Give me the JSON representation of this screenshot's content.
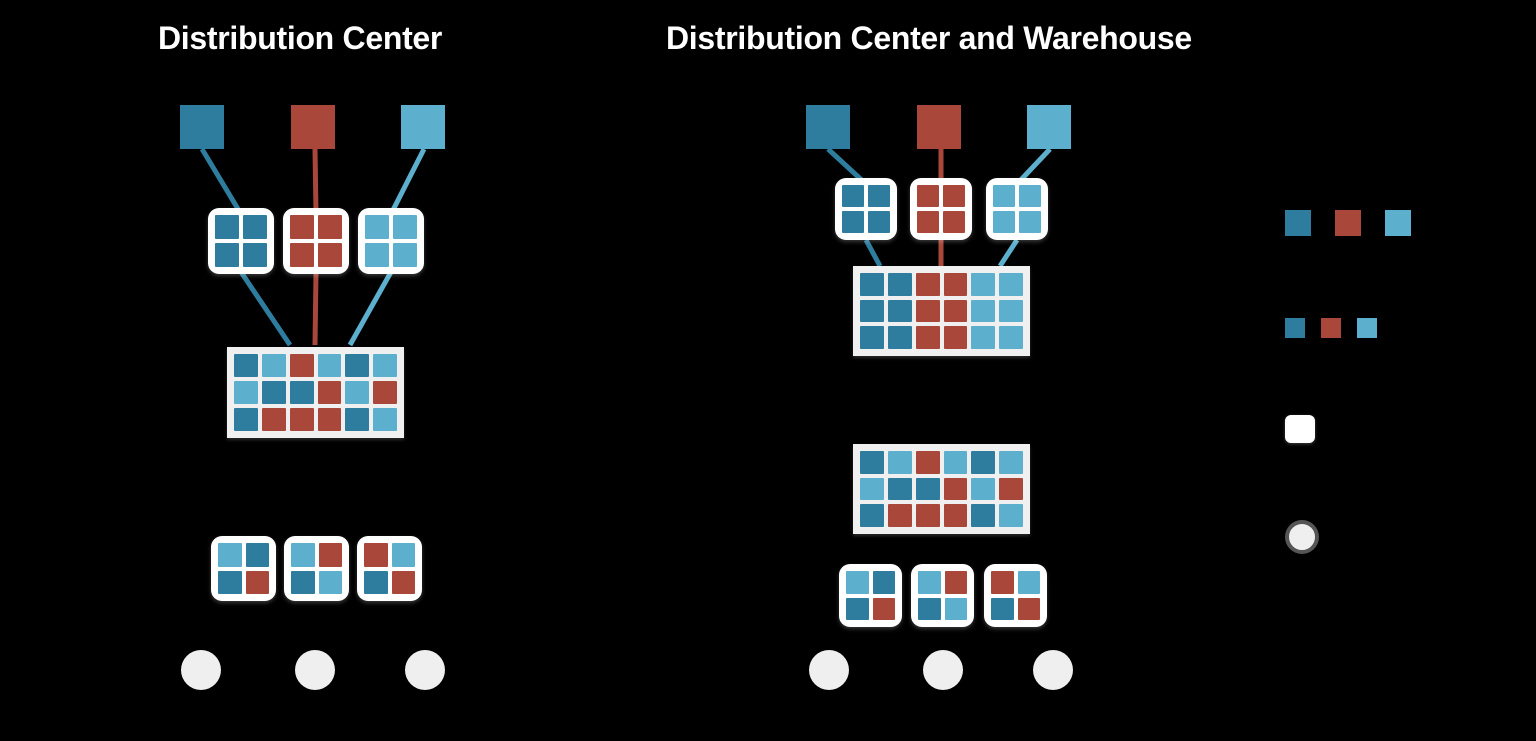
{
  "palette": {
    "background": "#000000",
    "dark_blue": "#2E7D9E",
    "red": "#A9473B",
    "light_blue": "#5CB0CD",
    "box_white": "#FFFFFF",
    "tray_gray": "#F0F0F0",
    "circle_gray": "#EFEFEF",
    "circle_outline": "#555555",
    "title_text": "#FFFFFF",
    "legend_text": "#030303"
  },
  "panels": [
    {
      "id": "left",
      "title": "Distribution Center",
      "sources": [
        {
          "name": "source-square-dark-blue",
          "color": "dark_blue"
        },
        {
          "name": "source-square-red",
          "color": "red"
        },
        {
          "name": "source-square-light-blue",
          "color": "light_blue"
        }
      ],
      "supplier_boxes": [
        {
          "name": "supplier-box-dark-blue",
          "cells": [
            "dark_blue",
            "dark_blue",
            "dark_blue",
            "dark_blue"
          ]
        },
        {
          "name": "supplier-box-red",
          "cells": [
            "red",
            "red",
            "red",
            "red"
          ]
        },
        {
          "name": "supplier-box-light-blue",
          "cells": [
            "light_blue",
            "light_blue",
            "light_blue",
            "light_blue"
          ]
        }
      ],
      "trays": [
        {
          "name": "distribution-center-tray",
          "rows": 3,
          "cols": 6,
          "cells": [
            "dark_blue",
            "light_blue",
            "red",
            "light_blue",
            "dark_blue",
            "light_blue",
            "light_blue",
            "dark_blue",
            "dark_blue",
            "red",
            "light_blue",
            "red",
            "dark_blue",
            "red",
            "red",
            "red",
            "dark_blue",
            "light_blue"
          ]
        }
      ],
      "delivery_boxes": [
        {
          "name": "delivery-box-1",
          "cells": [
            "light_blue",
            "dark_blue",
            "dark_blue",
            "red"
          ]
        },
        {
          "name": "delivery-box-2",
          "cells": [
            "light_blue",
            "red",
            "dark_blue",
            "light_blue"
          ]
        },
        {
          "name": "delivery-box-3",
          "cells": [
            "red",
            "light_blue",
            "dark_blue",
            "red"
          ]
        }
      ],
      "customers": [
        {
          "name": "customer-1"
        },
        {
          "name": "customer-2"
        },
        {
          "name": "customer-3"
        }
      ]
    },
    {
      "id": "right",
      "title": "Distribution Center and Warehouse",
      "sources": [
        {
          "name": "source-square-dark-blue",
          "color": "dark_blue"
        },
        {
          "name": "source-square-red",
          "color": "red"
        },
        {
          "name": "source-square-light-blue",
          "color": "light_blue"
        }
      ],
      "supplier_boxes": [
        {
          "name": "supplier-box-dark-blue",
          "cells": [
            "dark_blue",
            "dark_blue",
            "dark_blue",
            "dark_blue"
          ]
        },
        {
          "name": "supplier-box-red",
          "cells": [
            "red",
            "red",
            "red",
            "red"
          ]
        },
        {
          "name": "supplier-box-light-blue",
          "cells": [
            "light_blue",
            "light_blue",
            "light_blue",
            "light_blue"
          ]
        }
      ],
      "trays": [
        {
          "name": "warehouse-tray",
          "rows": 3,
          "cols": 6,
          "cells": [
            "dark_blue",
            "dark_blue",
            "red",
            "red",
            "light_blue",
            "light_blue",
            "dark_blue",
            "dark_blue",
            "red",
            "red",
            "light_blue",
            "light_blue",
            "dark_blue",
            "dark_blue",
            "red",
            "red",
            "light_blue",
            "light_blue"
          ]
        },
        {
          "name": "distribution-center-tray",
          "rows": 3,
          "cols": 6,
          "cells": [
            "dark_blue",
            "light_blue",
            "red",
            "light_blue",
            "dark_blue",
            "light_blue",
            "light_blue",
            "dark_blue",
            "dark_blue",
            "red",
            "light_blue",
            "red",
            "dark_blue",
            "red",
            "red",
            "red",
            "dark_blue",
            "light_blue"
          ]
        }
      ],
      "delivery_boxes": [
        {
          "name": "delivery-box-1",
          "cells": [
            "light_blue",
            "dark_blue",
            "dark_blue",
            "red"
          ]
        },
        {
          "name": "delivery-box-2",
          "cells": [
            "light_blue",
            "red",
            "dark_blue",
            "light_blue"
          ]
        },
        {
          "name": "delivery-box-3",
          "cells": [
            "red",
            "light_blue",
            "dark_blue",
            "red"
          ]
        }
      ],
      "customers": [
        {
          "name": "customer-1"
        },
        {
          "name": "customer-2"
        },
        {
          "name": "customer-3"
        }
      ]
    }
  ],
  "legend": {
    "rows": [
      {
        "name": "legend-products-large",
        "kind": "swatches",
        "size": "large",
        "swatches": [
          "dark_blue",
          "red",
          "light_blue"
        ],
        "label": ""
      },
      {
        "name": "legend-products-small",
        "kind": "swatches",
        "size": "small",
        "swatches": [
          "dark_blue",
          "red",
          "light_blue"
        ],
        "label": ""
      },
      {
        "name": "legend-container",
        "kind": "box",
        "label": ""
      },
      {
        "name": "legend-customer",
        "kind": "circle",
        "label": ""
      }
    ]
  }
}
